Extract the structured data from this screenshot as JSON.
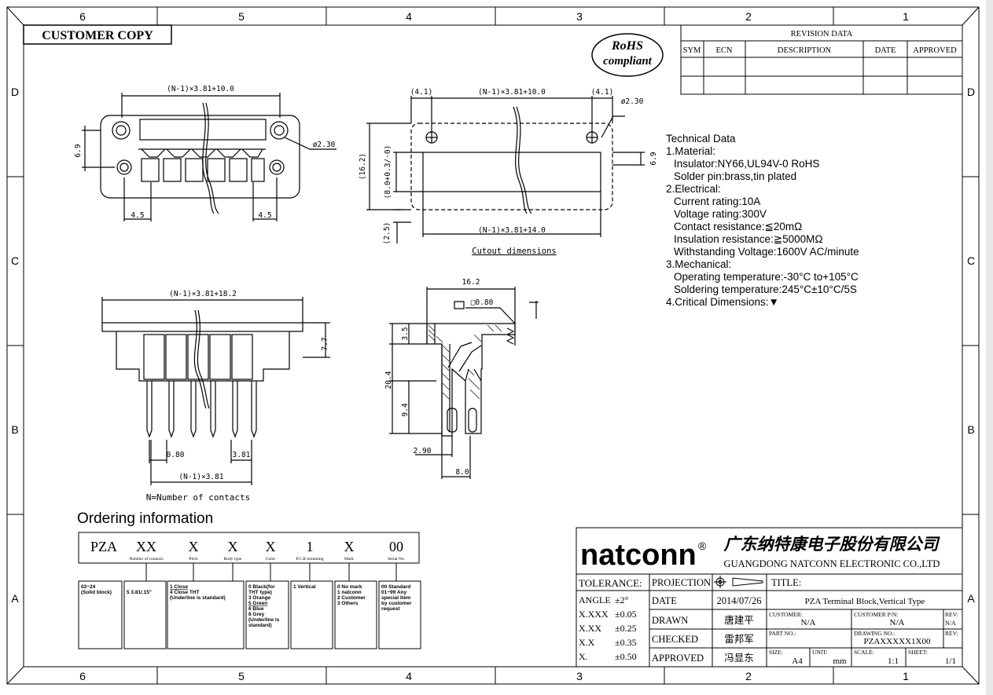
{
  "frame": {
    "top_cols": [
      "6",
      "5",
      "4",
      "3",
      "2",
      "1"
    ],
    "bottom_cols": [
      "6",
      "5",
      "4",
      "3",
      "2",
      "1"
    ],
    "left_rows": [
      "D",
      "C",
      "B",
      "A"
    ],
    "right_rows": [
      "D",
      "C",
      "B",
      "A"
    ]
  },
  "stamp": "CUSTOMER COPY",
  "rohs": {
    "line1": "RoHS",
    "line2": "compliant"
  },
  "revision": {
    "title": "REVISION DATA",
    "headers": [
      "SYM",
      "ECN",
      "DESCRIPTION",
      "DATE",
      "APPROVED"
    ]
  },
  "front": {
    "top": "(N-1)×3.81+10.0",
    "h": "6.9",
    "hole": "ø2.30",
    "l": "4.5",
    "r": "4.5"
  },
  "cutout": {
    "t1": "(4.1)",
    "t2": "(N-1)×3.81+10.0",
    "t3": "(4.1)",
    "hole": "ø2.30",
    "h1": "(16.2)",
    "h2": "(8.0+0.3/-0)",
    "h3": "6.9",
    "h4": "(2.5)",
    "bottom": "(N-1)×3.81+14.0",
    "caption": "Cutout dimensions"
  },
  "side": {
    "top": "(N-1)×3.81+18.2",
    "h": "7.7",
    "pin": "0.80",
    "pitch": "3.81",
    "total": "(N-1)×3.81",
    "note": "N=Number of contacts"
  },
  "section": {
    "w": "16.2",
    "sq": "□0.80",
    "d1": "3.5",
    "d2": "20.4",
    "d3": "9.4",
    "d4": "2.90",
    "d5": "8.0"
  },
  "tech": [
    "Technical Data",
    "1.Material:",
    "Insulator:NY66,UL94V-0 RoHS",
    "Solder pin:brass,tin plated",
    "2.Electrical:",
    "Current rating:10A",
    "Voltage rating:300V",
    "Contact resistance:≦20mΩ",
    "Insulation resistance:≧5000MΩ",
    "Withstanding Voltage:1600V AC/minute",
    "3.Mechanical:",
    "Operating temperature:-30°C to+105°C",
    "Soldering temperature:245°C±10°C/5S",
    "4.Critical Dimensions:▼"
  ],
  "ordering": {
    "heading": "Ordering information",
    "code": [
      "PZA",
      "XX",
      "X",
      "X",
      "X",
      "1",
      "X",
      "00"
    ],
    "captions": [
      "Number of contacts",
      "Pitch",
      "Body type",
      "Color",
      "P.C.B mounting",
      "Mark",
      "Serial No."
    ],
    "options": [
      [
        "02~24",
        "(Solid block)"
      ],
      [
        "5 3.81/.15\""
      ],
      [
        "1 Close",
        "4 Close THT",
        "(Underline is standard)"
      ],
      [
        "0 Black(for",
        "THT type)",
        "3 Orange",
        "5 Green",
        "6 Blue",
        "8 Grey",
        "(Underline is",
        "standard)"
      ],
      [
        "1 Vertical"
      ],
      [
        "0 No mark",
        "1 natconn",
        "2 Customer",
        "3 Others"
      ],
      [
        "00 Standard",
        "01~99 Any",
        "special item",
        "by customer",
        "request"
      ]
    ]
  },
  "company": {
    "brand": "natconn",
    "reg": "®",
    "cn": "广东纳特康电子股份有限公司",
    "en": "GUANGDONG NATCONN ELECTRONIC CO.,LTD"
  },
  "tolerance": {
    "title": "TOLERANCE:",
    "rows": [
      [
        "ANGLE",
        "±2°"
      ],
      [
        "X.XXX",
        "±0.05"
      ],
      [
        "X.XX",
        "±0.25"
      ],
      [
        "X.X",
        "±0.35"
      ],
      [
        "X.",
        "±0.50"
      ]
    ]
  },
  "info": {
    "projection": "PROJECTION",
    "date_label": "DATE",
    "date": "2014/07/26",
    "drawn_label": "DRAWN",
    "drawn": "唐建平",
    "checked_label": "CHECKED",
    "checked": "雷邦军",
    "approved_label": "APPROVED",
    "approved": "冯显东",
    "title_label": "TITLE:",
    "title": "PZA Terminal Block,Vertical Type",
    "customer_label": "CUSTOMER:",
    "customer": "N/A",
    "custpn_label": "CUSTOMER P/N:",
    "custpn": "N/A",
    "rev_label": "REV:",
    "rev": "N/A",
    "partno_label": "PART NO.:",
    "drawno_label": "DRAWING NO.:",
    "drawno": "PZAXXXXX1X00",
    "size_label": "SIZE:",
    "size": "A4",
    "unit_label": "UNIT:",
    "unit": "mm",
    "scale_label": "SCALE:",
    "scale": "1:1",
    "sheet_label": "SHEET:",
    "sheet": "1/1"
  }
}
